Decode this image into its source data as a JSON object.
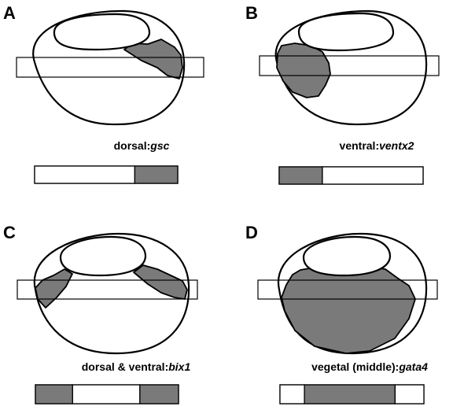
{
  "colors": {
    "expression": "#7a7a7a",
    "outline": "#000000",
    "background": "#ffffff"
  },
  "panels": [
    {
      "letter": "A",
      "caption_prefix": "dorsal:",
      "gene": "gsc",
      "bar_segments": [
        {
          "from": 0.0,
          "to": 0.7,
          "expressed": false
        },
        {
          "from": 0.7,
          "to": 1.0,
          "expressed": true
        }
      ]
    },
    {
      "letter": "B",
      "caption_prefix": "ventral:",
      "gene": "ventx2",
      "bar_segments": [
        {
          "from": 0.0,
          "to": 0.3,
          "expressed": true
        },
        {
          "from": 0.3,
          "to": 1.0,
          "expressed": false
        }
      ]
    },
    {
      "letter": "C",
      "caption_prefix": "dorsal & ventral:",
      "gene": "bix1",
      "bar_segments": [
        {
          "from": 0.0,
          "to": 0.26,
          "expressed": true
        },
        {
          "from": 0.26,
          "to": 0.73,
          "expressed": false
        },
        {
          "from": 0.73,
          "to": 1.0,
          "expressed": true
        }
      ]
    },
    {
      "letter": "D",
      "caption_prefix": "vegetal (middle):",
      "gene": "gata4",
      "bar_segments": [
        {
          "from": 0.0,
          "to": 0.17,
          "expressed": false
        },
        {
          "from": 0.17,
          "to": 0.8,
          "expressed": true
        },
        {
          "from": 0.8,
          "to": 1.0,
          "expressed": false
        }
      ]
    }
  ]
}
